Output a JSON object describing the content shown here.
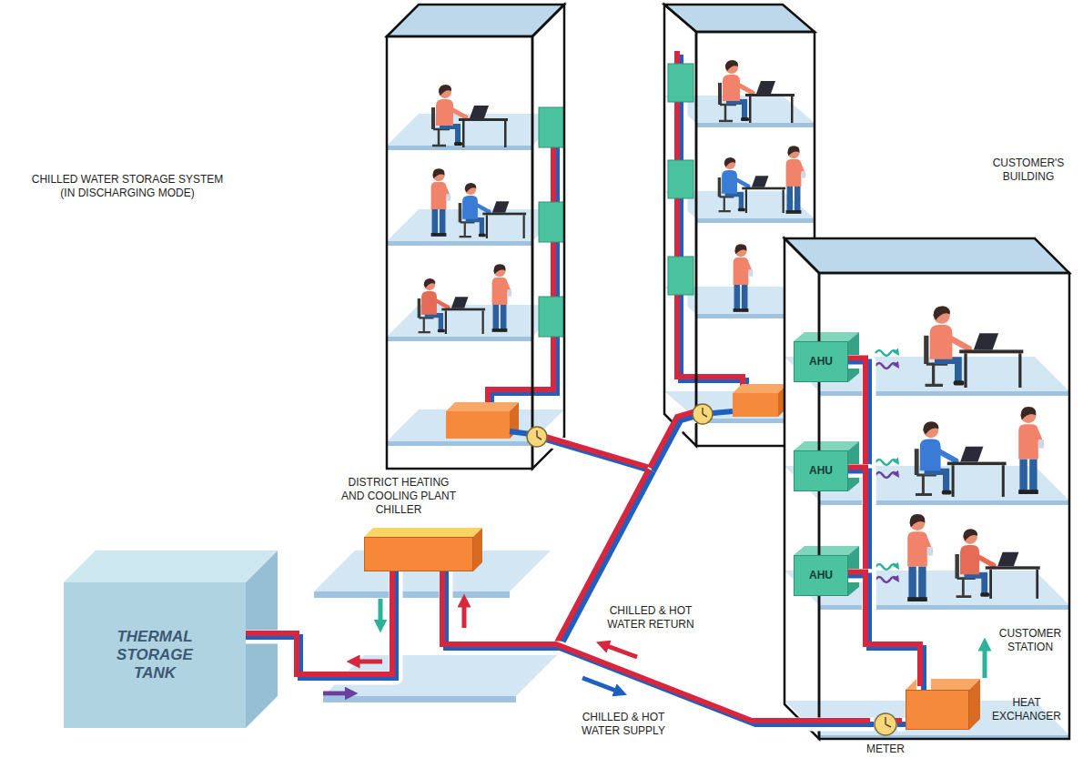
{
  "diagram": {
    "nodes": [
      {
        "text": [
          "CHILLED WATER STORAGE SYSTEM (IN DISCHARGING MODE)",
          "THERMAL STORAGE TANK"
        ]
      },
      {
        "text": [
          "DISTRICT HEATING AND COOLING PLANT",
          "CHILLER"
        ]
      },
      {
        "text": [
          "CUSTOMER'S BUILDING"
        ]
      },
      {
        "text": [
          "AHU"
        ],
        "in": 2
      },
      {
        "text": [
          "AHU"
        ],
        "in": 2
      },
      {
        "text": [
          "AHU"
        ],
        "in": 2
      },
      {
        "text": [
          "CUSTOMER STATION",
          "HEAT EXCHANGER"
        ],
        "in": 2
      },
      {
        "text": [
          "METER"
        ],
        "in": 2
      }
    ],
    "edges": [
      {
        "from": 0,
        "to": 1,
        "arrow": "none"
      },
      {
        "from": 1,
        "to": 7,
        "arrow": "none"
      },
      {
        "from": 7,
        "to": 6,
        "arrow": "none"
      },
      {
        "from": 6,
        "to": 3,
        "arrow": "none"
      },
      {
        "from": 6,
        "to": 4,
        "arrow": "none"
      },
      {
        "from": 6,
        "to": 5,
        "arrow": "none"
      }
    ],
    "labels": [
      "CHILLED & HOT WATER RETURN",
      "CHILLED & HOT WATER SUPPLY"
    ]
  }
}
